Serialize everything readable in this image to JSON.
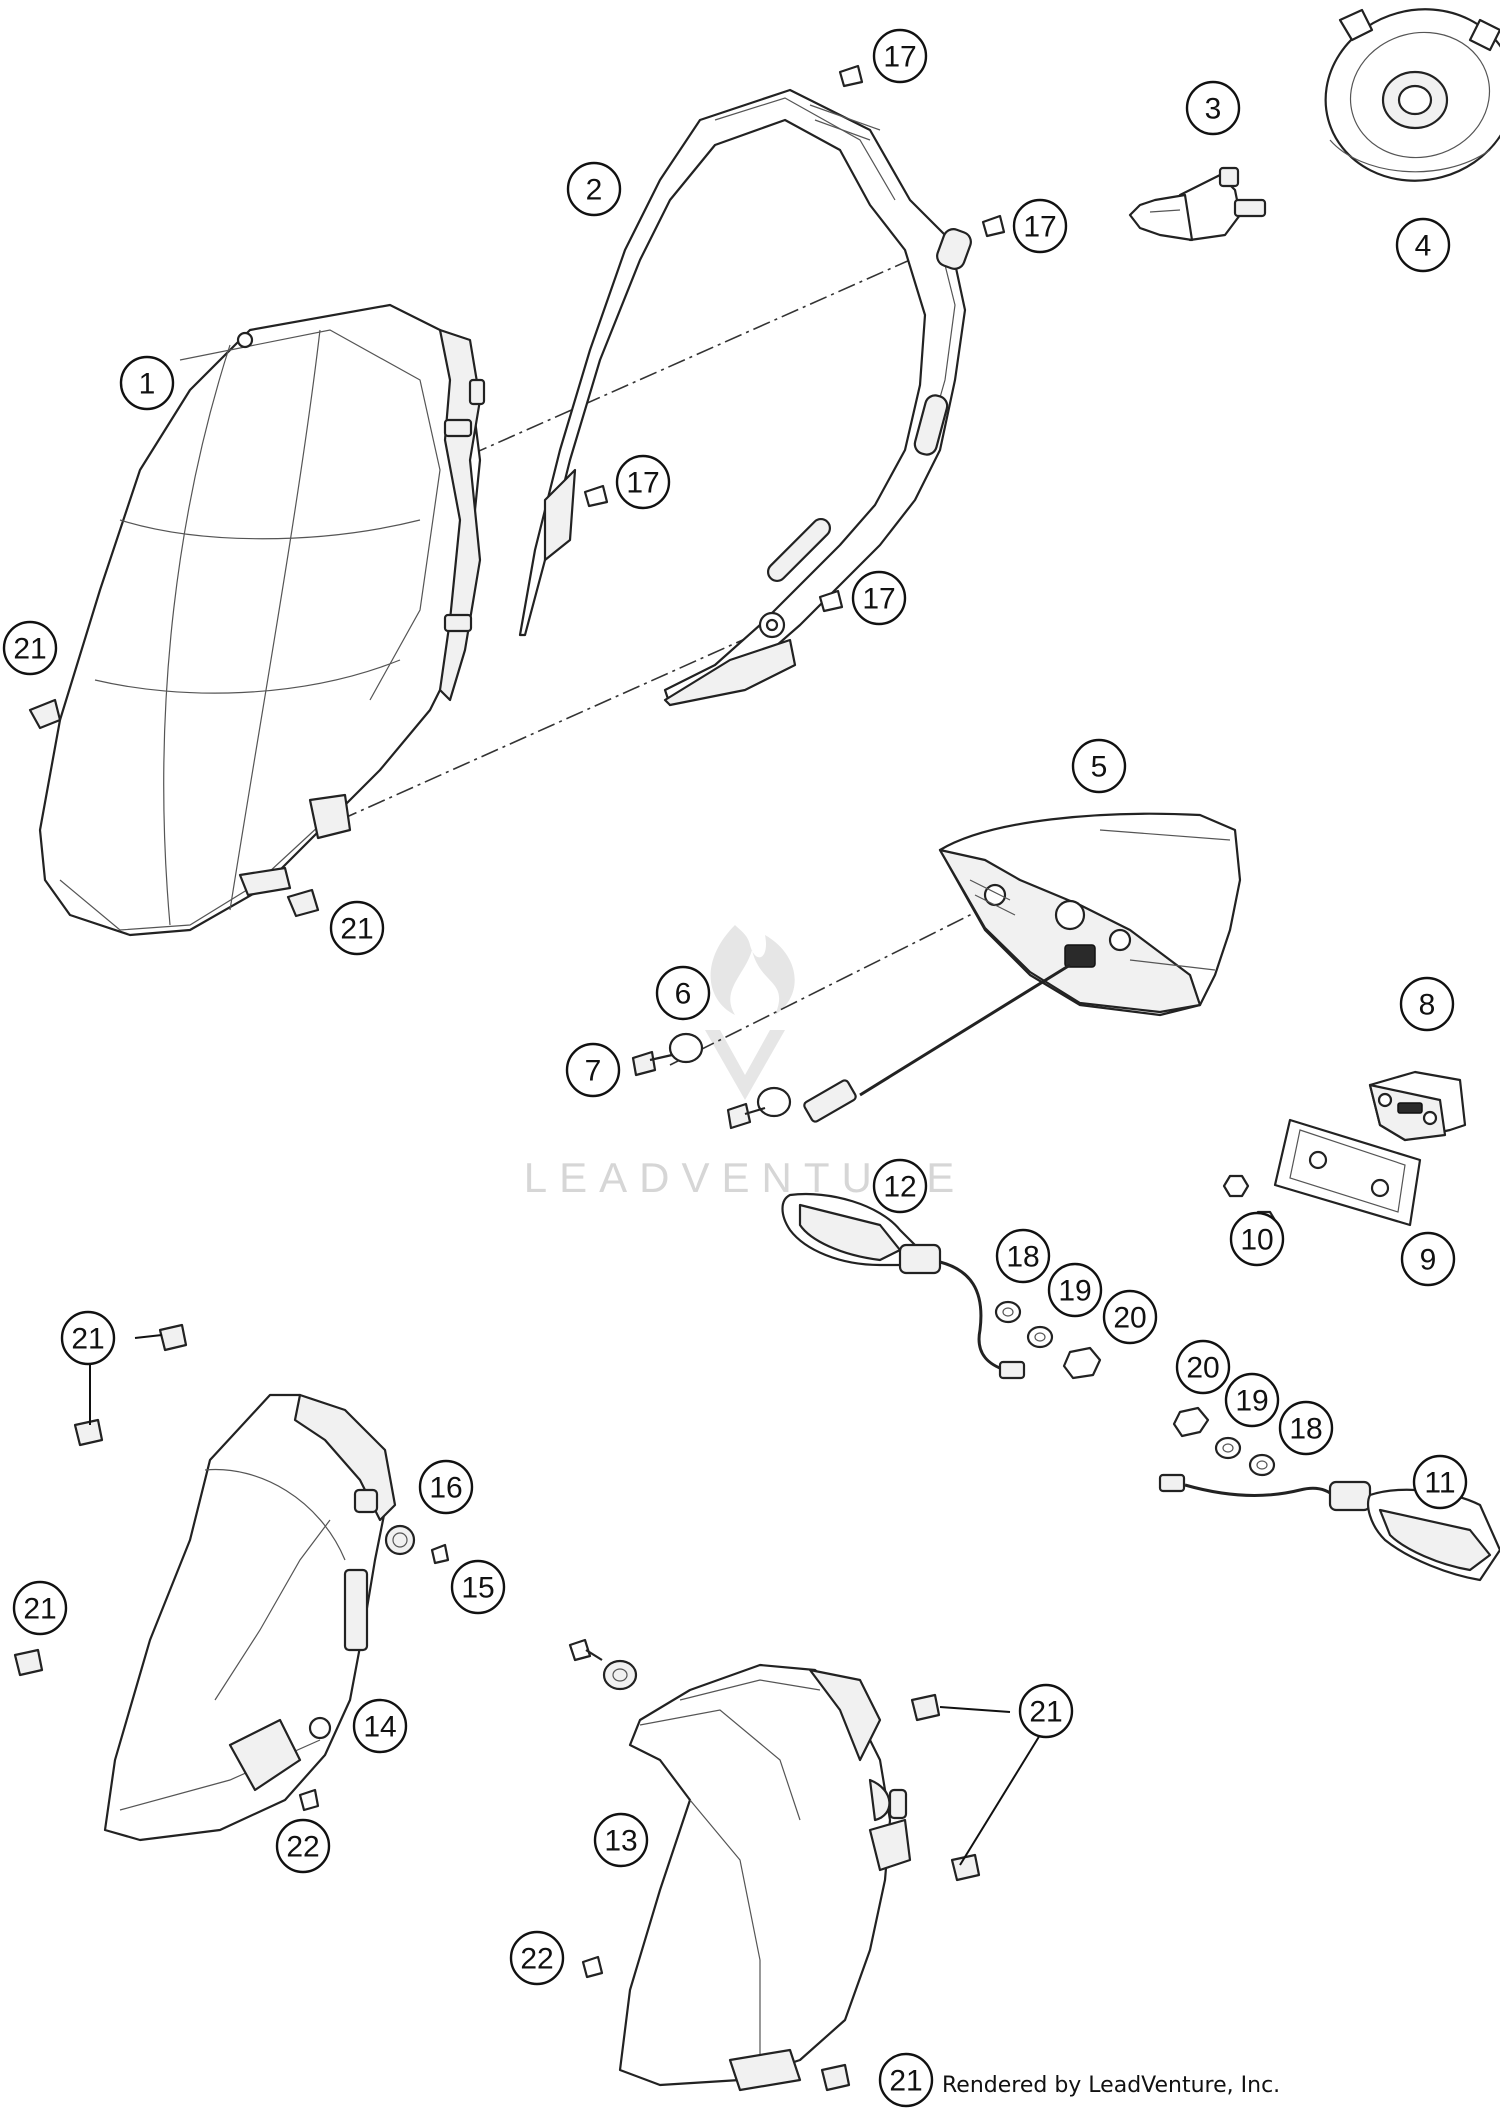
{
  "diagram": {
    "watermark_text": "LEADVENTURE",
    "credit_text": "Rendered by LeadVenture, Inc.",
    "callouts": [
      {
        "id": "c1",
        "label": "1"
      },
      {
        "id": "c2",
        "label": "2"
      },
      {
        "id": "c3",
        "label": "3"
      },
      {
        "id": "c4",
        "label": "4"
      },
      {
        "id": "c5",
        "label": "5"
      },
      {
        "id": "c6",
        "label": "6"
      },
      {
        "id": "c7",
        "label": "7"
      },
      {
        "id": "c8",
        "label": "8"
      },
      {
        "id": "c9",
        "label": "9"
      },
      {
        "id": "c10",
        "label": "10"
      },
      {
        "id": "c11",
        "label": "11"
      },
      {
        "id": "c12",
        "label": "12"
      },
      {
        "id": "c13",
        "label": "13"
      },
      {
        "id": "c14",
        "label": "14"
      },
      {
        "id": "c15",
        "label": "15"
      },
      {
        "id": "c16",
        "label": "16"
      },
      {
        "id": "c17a",
        "label": "17"
      },
      {
        "id": "c17b",
        "label": "17"
      },
      {
        "id": "c17c",
        "label": "17"
      },
      {
        "id": "c17d",
        "label": "17"
      },
      {
        "id": "c18a",
        "label": "18"
      },
      {
        "id": "c18b",
        "label": "18"
      },
      {
        "id": "c19a",
        "label": "19"
      },
      {
        "id": "c19b",
        "label": "19"
      },
      {
        "id": "c20a",
        "label": "20"
      },
      {
        "id": "c20b",
        "label": "20"
      },
      {
        "id": "c21a",
        "label": "21"
      },
      {
        "id": "c21b",
        "label": "21"
      },
      {
        "id": "c21c",
        "label": "21"
      },
      {
        "id": "c21d",
        "label": "21"
      },
      {
        "id": "c21e",
        "label": "21"
      },
      {
        "id": "c21f",
        "label": "21"
      },
      {
        "id": "c22a",
        "label": "22"
      },
      {
        "id": "c22b",
        "label": "22"
      }
    ]
  }
}
